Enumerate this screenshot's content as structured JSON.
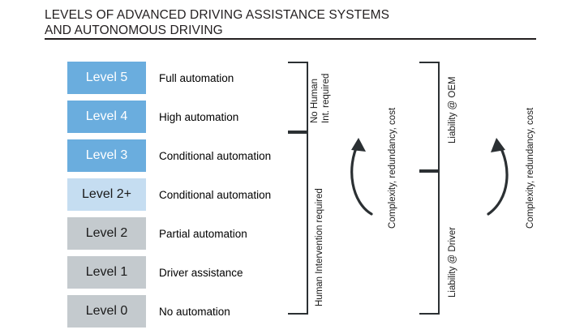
{
  "header": {
    "title": "LEVELS OF ADVANCED DRIVING ASSISTANCE SYSTEMS\nAND AUTONOMOUS DRIVING"
  },
  "chart_data": {
    "type": "diagram",
    "title": "LEVELS OF ADVANCED DRIVING ASSISTANCE SYSTEMS AND AUTONOMOUS DRIVING",
    "categories": [
      "Level 5",
      "Level 4",
      "Level 3",
      "Level 2+",
      "Level 2",
      "Level 1",
      "Level 0"
    ],
    "values": [
      "Full automation",
      "High automation",
      "Conditional automation",
      "Conditional automation",
      "Partial automation",
      "Driver assistance",
      "No automation"
    ],
    "xlabel": "",
    "ylabel": "",
    "legend_position": "none",
    "grid": false
  },
  "levels": [
    {
      "name": "Level 5",
      "description": "Full automation",
      "fill": "#6aadde",
      "text_color": "#ffffff",
      "swatch_class": "sw-blue",
      "text_class": "txt-white"
    },
    {
      "name": "Level 4",
      "description": "High automation",
      "fill": "#6aadde",
      "text_color": "#ffffff",
      "swatch_class": "sw-blue",
      "text_class": "txt-white"
    },
    {
      "name": "Level 3",
      "description": "Conditional automation",
      "fill": "#6aadde",
      "text_color": "#ffffff",
      "swatch_class": "sw-blue",
      "text_class": "txt-white"
    },
    {
      "name": "Level 2+",
      "description": "Conditional automation",
      "fill": "#c5ddf1",
      "text_color": "#1a1a1a",
      "swatch_class": "sw-lblue",
      "text_class": "txt-dark"
    },
    {
      "name": "Level 2",
      "description": "Partial automation",
      "fill": "#c4cace",
      "text_color": "#1a1a1a",
      "swatch_class": "sw-gray",
      "text_class": "txt-dark"
    },
    {
      "name": "Level 1",
      "description": "Driver assistance",
      "fill": "#c4cace",
      "text_color": "#1a1a1a",
      "swatch_class": "sw-gray",
      "text_class": "txt-dark"
    },
    {
      "name": "Level 0",
      "description": "No automation",
      "fill": "#c4cace",
      "text_color": "#1a1a1a",
      "swatch_class": "sw-gray",
      "text_class": "txt-dark"
    }
  ],
  "annotations": {
    "group_a_upper": "No Human\nInt. required",
    "group_a_lower": "Human Intervention required",
    "group_b_upper": "Liability @ OEM",
    "group_b_lower": "Liability @ Driver",
    "arrow_a_label": "Complexity, redundancy, cost",
    "arrow_b_label": "Complexity, redundancy, cost"
  },
  "colors": {
    "level_blue": "#6aadde",
    "level_light_blue": "#c5ddf1",
    "level_gray": "#c4cace",
    "ink": "#2b3033",
    "background": "#ffffff"
  }
}
